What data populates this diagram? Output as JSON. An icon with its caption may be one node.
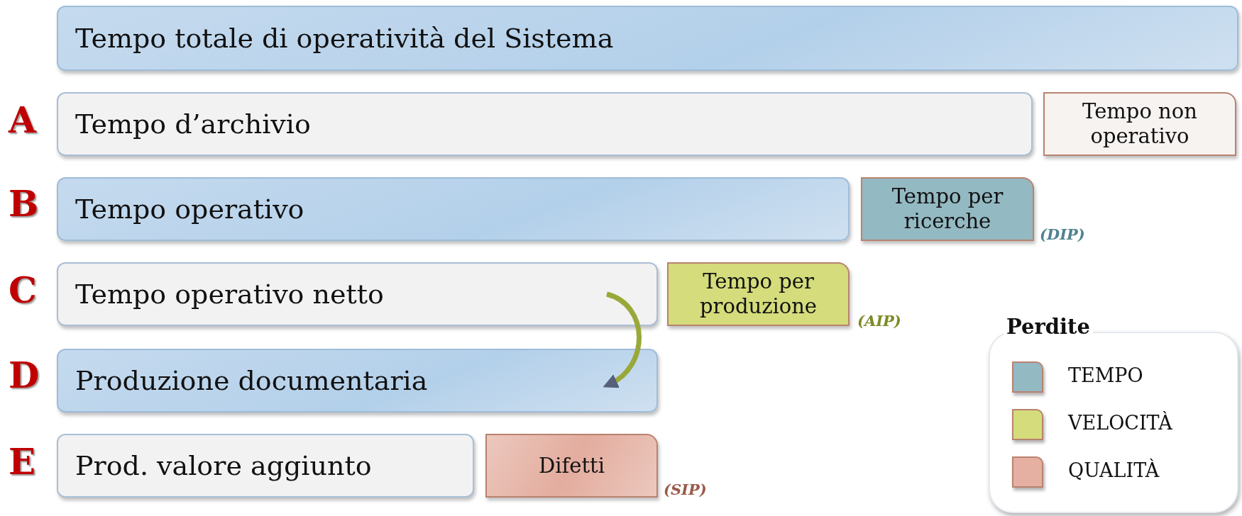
{
  "diagram": {
    "nodes": [
      {
        "text": [
          "Tempo totale di operatività del Sistema"
        ]
      },
      {
        "text": [
          "Tempo d’archivio"
        ]
      },
      {
        "text": [
          "Tempo non operativo"
        ]
      },
      {
        "text": [
          "Tempo operativo"
        ]
      },
      {
        "text": [
          "Tempo per ricerche"
        ],
        "beside": [
          "(DIP)"
        ]
      },
      {
        "text": [
          "Tempo operativo netto"
        ]
      },
      {
        "text": [
          "Tempo per produzione"
        ],
        "beside": [
          "(AIP)"
        ]
      },
      {
        "text": [
          "Produzione documentaria"
        ]
      },
      {
        "text": [
          "Prod. valore aggiunto"
        ]
      },
      {
        "text": [
          "Difetti"
        ],
        "beside": [
          "(SIP)"
        ]
      }
    ],
    "edges": [
      {
        "from": 5,
        "to": 7,
        "arrow": "to"
      }
    ],
    "labels": [
      "A",
      "B",
      "C",
      "D",
      "E",
      "Perdite"
    ],
    "legend": [
      {
        "text": "TEMPO",
        "color": "#93b9c3"
      },
      {
        "text": "VELOCITÀ",
        "color": "#d4dc7c"
      },
      {
        "text": "QUALITÀ",
        "color": "#e5b0a2"
      }
    ]
  }
}
